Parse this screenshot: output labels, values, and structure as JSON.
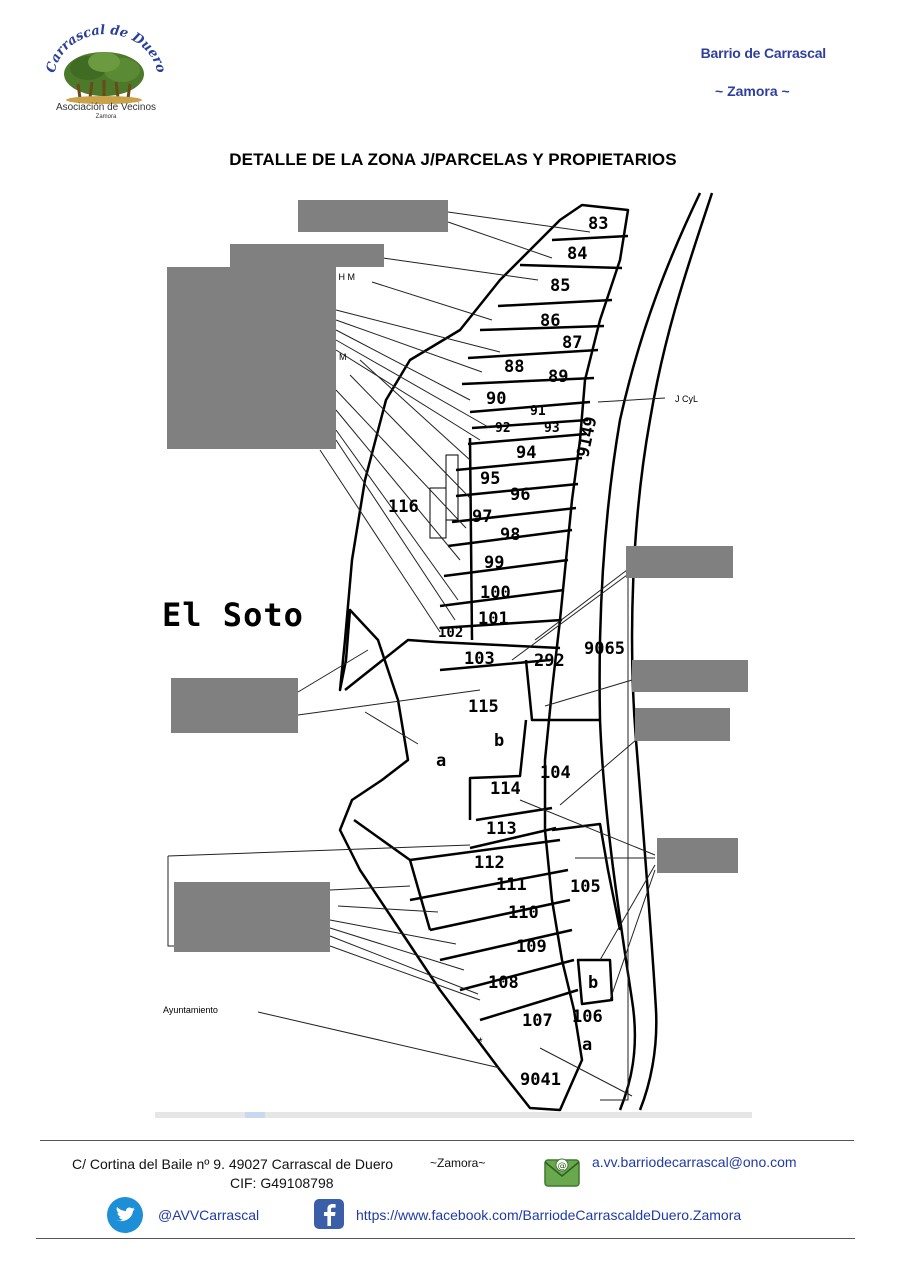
{
  "header": {
    "logo_arc_text": "Carrascal de Duero",
    "logo_main": "Asociación de Vecinos",
    "logo_sub": "Zamora",
    "barrio": "Barrio de Carrascal",
    "zamora": "~ Zamora ~"
  },
  "title": "DETALLE DE LA ZONA J/PARCELAS Y PROPIETARIOS",
  "map": {
    "place_label": "El Soto",
    "ayuntamiento": "Ayuntamiento",
    "jcyl": "J CyL",
    "shm_1": "S H M",
    "shm_2": "H M",
    "parcels": {
      "p83": "83",
      "p84": "84",
      "p85": "85",
      "p86": "86",
      "p87": "87",
      "p88": "88",
      "p89": "89",
      "p90": "90",
      "p91": "91",
      "p92": "92",
      "p93": "93",
      "p94": "94",
      "p95": "95",
      "p96": "96",
      "p97": "97",
      "p98": "98",
      "p99": "99",
      "p100": "100",
      "p101": "101",
      "p102": "102",
      "p103": "103",
      "p115": "115",
      "p114": "114",
      "p113": "113",
      "p112": "112",
      "p111": "111",
      "p110": "110",
      "p109": "109",
      "p108": "108",
      "p107": "107",
      "p106": "106",
      "p105": "105",
      "p104": "104",
      "p116": "116",
      "p292": "292",
      "p9065": "9065",
      "p9149": "9149",
      "p9041": "9041",
      "sub_a": "a",
      "sub_b": "b"
    }
  },
  "footer": {
    "address": "C/ Cortina del Baile nº 9. 49027 Carrascal de Duero",
    "zamora": "~Zamora~",
    "cif": "CIF: G49108798",
    "email": "a.vv.barriodecarrascal@ono.com",
    "twitter": "@AVVCarrascal",
    "facebook": "https://www.facebook.com/BarriodeCarrascaldeDuero.Zamora"
  },
  "colors": {
    "header_blue": "#2f3f9e",
    "link_blue": "#1f3aa8",
    "redaction_gray": "#808080",
    "twitter_blue": "#1d8fd6",
    "facebook_blue": "#3b5ea8",
    "email_green": "#6aa84f"
  },
  "icons": [
    "email-icon",
    "twitter-icon",
    "facebook-icon"
  ]
}
